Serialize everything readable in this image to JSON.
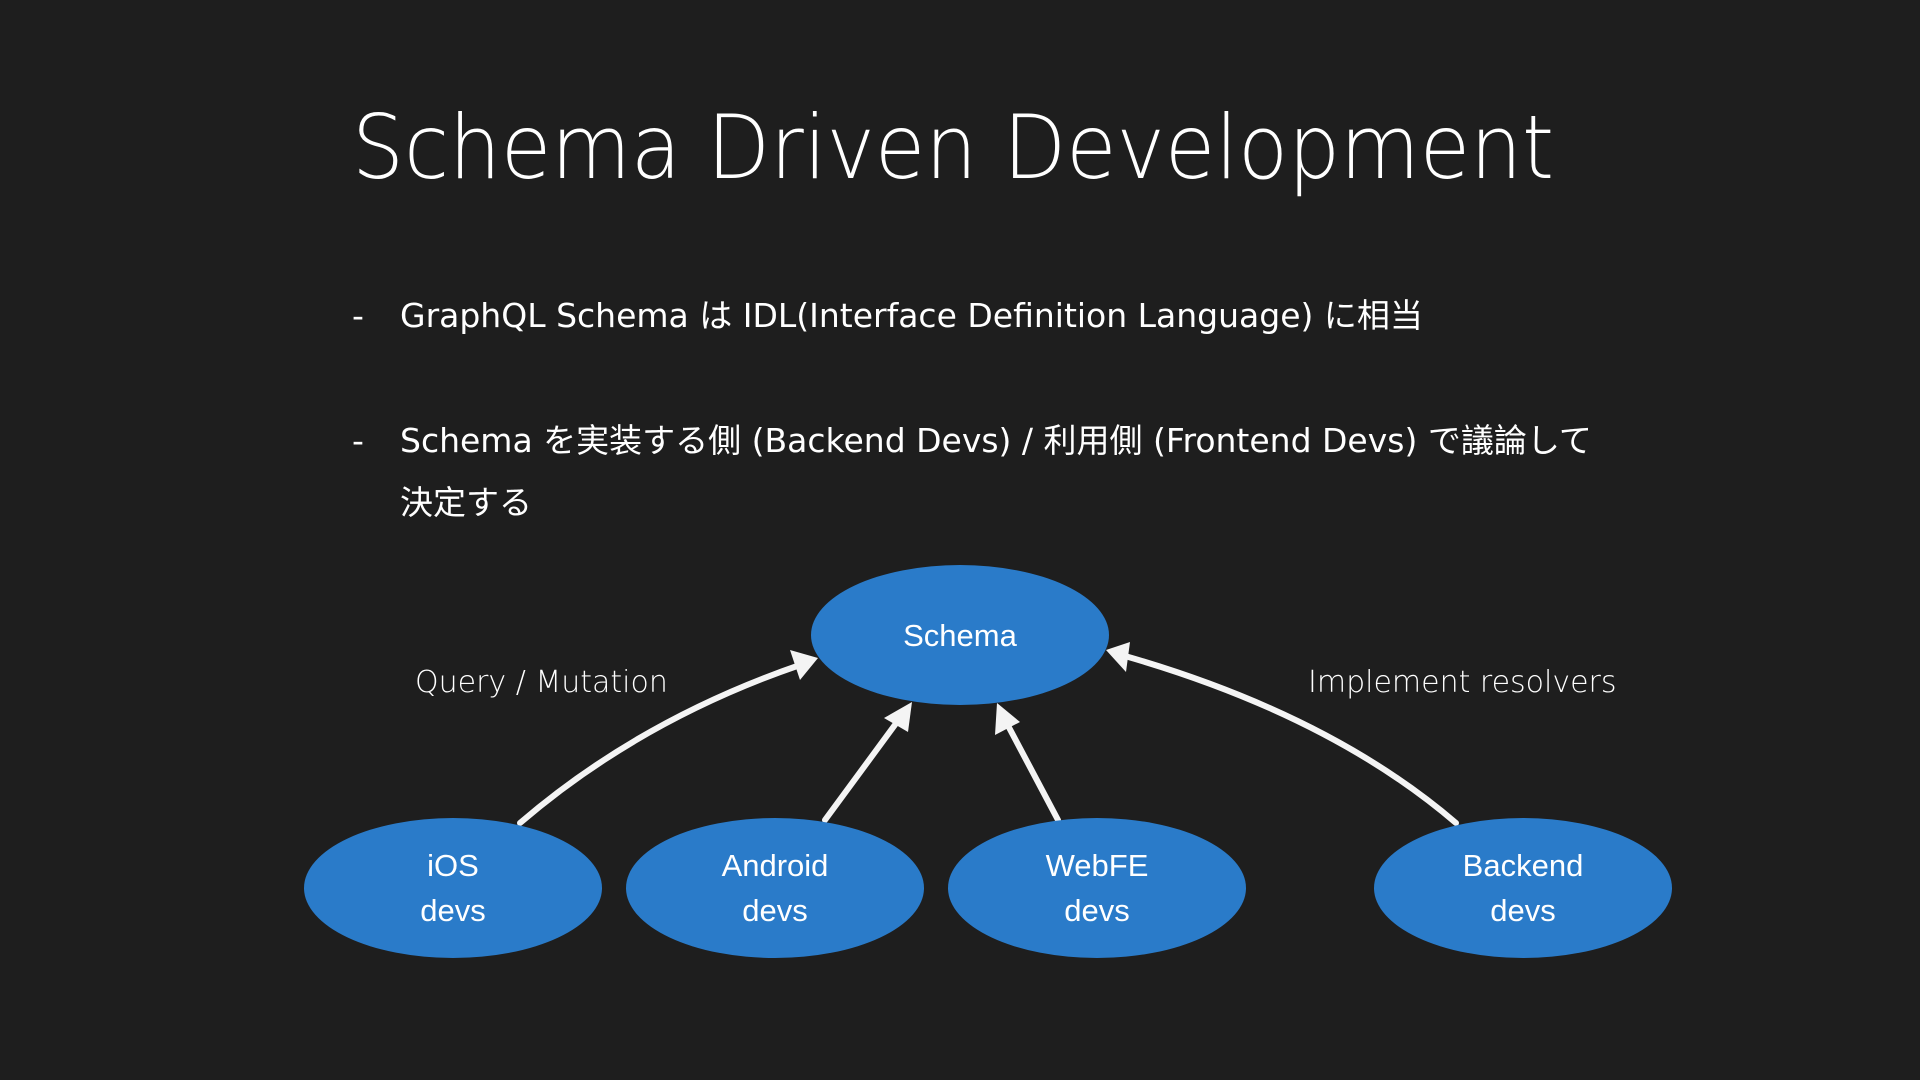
{
  "slide": {
    "title": "Schema Driven Development",
    "bullets": [
      {
        "marker": "-",
        "text": "GraphQL Schema は IDL(Interface Definition Language) に相当"
      },
      {
        "marker": "-",
        "text": "Schema を実装する側 (Backend Devs) / 利用側 (Frontend Devs) で議論して決定する"
      }
    ]
  },
  "diagram": {
    "center_node": {
      "line1": "Schema"
    },
    "nodes": [
      {
        "line1": "iOS",
        "line2": "devs"
      },
      {
        "line1": "Android",
        "line2": "devs"
      },
      {
        "line1": "WebFE",
        "line2": "devs"
      },
      {
        "line1": "Backend",
        "line2": "devs"
      }
    ],
    "labels": {
      "left": "Query / Mutation",
      "right": "Implement resolvers"
    },
    "colors": {
      "background": "#1e1e1e",
      "node_fill": "#2a7bc9",
      "arrow": "#f4f4f4",
      "text": "#ffffff"
    },
    "edges": [
      {
        "from": "iOS devs",
        "to": "Schema"
      },
      {
        "from": "Android devs",
        "to": "Schema"
      },
      {
        "from": "WebFE devs",
        "to": "Schema"
      },
      {
        "from": "Backend devs",
        "to": "Schema"
      }
    ]
  }
}
